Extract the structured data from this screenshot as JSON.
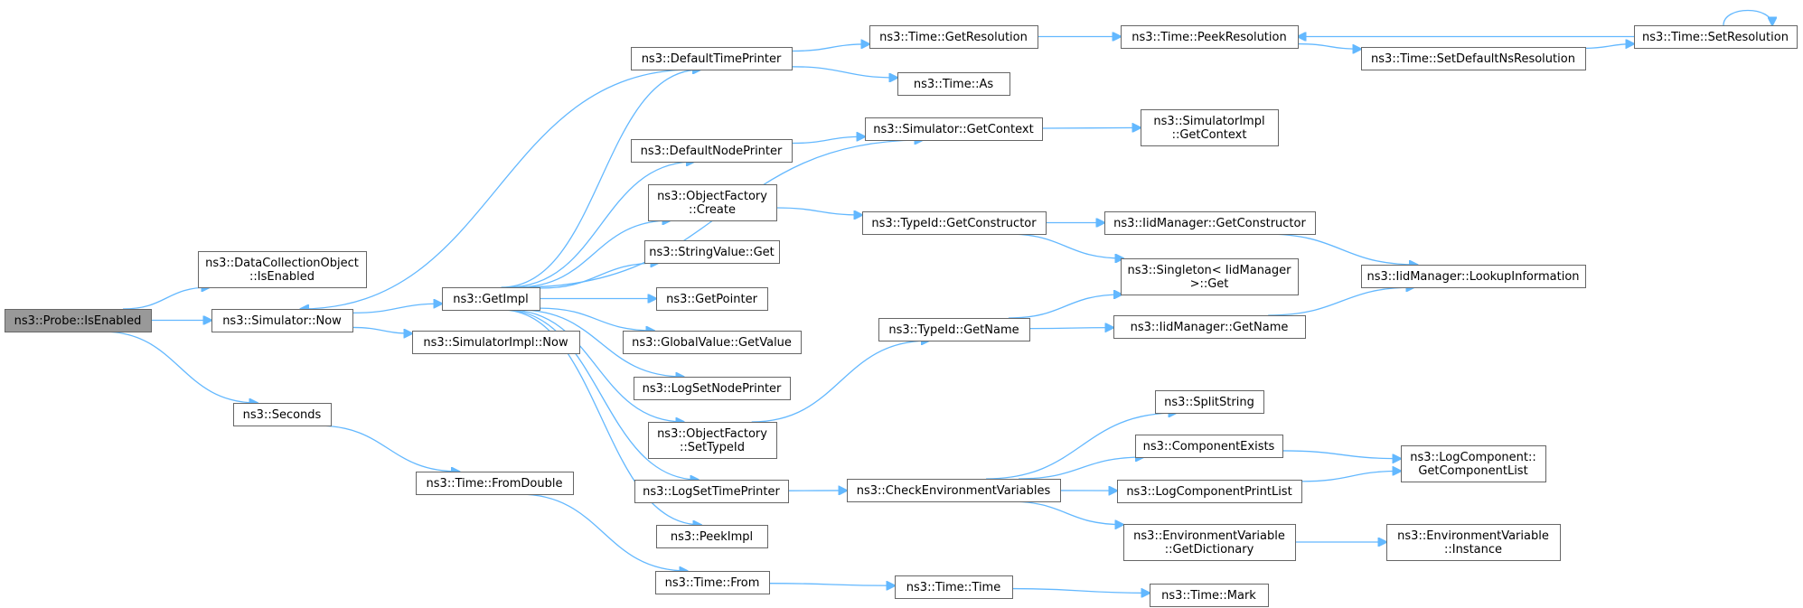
{
  "graph": {
    "title": "",
    "nodes": [
      {
        "id": "probe",
        "lines": [
          "ns3::Probe::IsEnabled"
        ],
        "root": true
      },
      {
        "id": "dco",
        "lines": [
          "ns3::DataCollectionObject",
          "::IsEnabled"
        ]
      },
      {
        "id": "simnow",
        "lines": [
          "ns3::Simulator::Now"
        ]
      },
      {
        "id": "seconds",
        "lines": [
          "ns3::Seconds"
        ]
      },
      {
        "id": "getimpl",
        "lines": [
          "ns3::GetImpl"
        ]
      },
      {
        "id": "simimplnow",
        "lines": [
          "ns3::SimulatorImpl::Now"
        ]
      },
      {
        "id": "fromdouble",
        "lines": [
          "ns3::Time::FromDouble"
        ]
      },
      {
        "id": "dtp",
        "lines": [
          "ns3::DefaultTimePrinter"
        ]
      },
      {
        "id": "dnp",
        "lines": [
          "ns3::DefaultNodePrinter"
        ]
      },
      {
        "id": "ofcreate",
        "lines": [
          "ns3::ObjectFactory",
          "::Create"
        ]
      },
      {
        "id": "svget",
        "lines": [
          "ns3::StringValue::Get"
        ]
      },
      {
        "id": "getpointer",
        "lines": [
          "ns3::GetPointer"
        ]
      },
      {
        "id": "gvget",
        "lines": [
          "ns3::GlobalValue::GetValue"
        ]
      },
      {
        "id": "lsnp",
        "lines": [
          "ns3::LogSetNodePrinter"
        ]
      },
      {
        "id": "ofsettid",
        "lines": [
          "ns3::ObjectFactory",
          "::SetTypeId"
        ]
      },
      {
        "id": "lstp",
        "lines": [
          "ns3::LogSetTimePrinter"
        ]
      },
      {
        "id": "peekimpl",
        "lines": [
          "ns3::PeekImpl"
        ]
      },
      {
        "id": "timefrom",
        "lines": [
          "ns3::Time::From"
        ]
      },
      {
        "id": "getres",
        "lines": [
          "ns3::Time::GetResolution"
        ]
      },
      {
        "id": "timeas",
        "lines": [
          "ns3::Time::As"
        ]
      },
      {
        "id": "simgetctx",
        "lines": [
          "ns3::Simulator::GetContext"
        ]
      },
      {
        "id": "tidgetctor",
        "lines": [
          "ns3::TypeId::GetConstructor"
        ]
      },
      {
        "id": "tidgetname",
        "lines": [
          "ns3::TypeId::GetName"
        ]
      },
      {
        "id": "cev",
        "lines": [
          "ns3::CheckEnvironmentVariables"
        ]
      },
      {
        "id": "timetime",
        "lines": [
          "ns3::Time::Time"
        ]
      },
      {
        "id": "peekres",
        "lines": [
          "ns3::Time::PeekResolution"
        ]
      },
      {
        "id": "simimplgetctx",
        "lines": [
          "ns3::SimulatorImpl",
          "::GetContext"
        ]
      },
      {
        "id": "iidgetctor",
        "lines": [
          "ns3::IidManager::GetConstructor"
        ]
      },
      {
        "id": "singleton",
        "lines": [
          "ns3::Singleton< IidManager",
          " >::Get"
        ]
      },
      {
        "id": "iidgetname",
        "lines": [
          "ns3::IidManager::GetName"
        ]
      },
      {
        "id": "splitstring",
        "lines": [
          "ns3::SplitString"
        ]
      },
      {
        "id": "compexists",
        "lines": [
          "ns3::ComponentExists"
        ]
      },
      {
        "id": "logcompprint",
        "lines": [
          "ns3::LogComponentPrintList"
        ]
      },
      {
        "id": "envgetdict",
        "lines": [
          "ns3::EnvironmentVariable",
          "::GetDictionary"
        ]
      },
      {
        "id": "timemark",
        "lines": [
          "ns3::Time::Mark"
        ]
      },
      {
        "id": "setdefns",
        "lines": [
          "ns3::Time::SetDefaultNsResolution"
        ]
      },
      {
        "id": "lookupinfo",
        "lines": [
          "ns3::IidManager::LookupInformation"
        ]
      },
      {
        "id": "logcompgetlist",
        "lines": [
          "ns3::LogComponent::",
          "GetComponentList"
        ]
      },
      {
        "id": "envinstance",
        "lines": [
          "ns3::EnvironmentVariable",
          "::Instance"
        ]
      },
      {
        "id": "setres",
        "lines": [
          "ns3::Time::SetResolution"
        ]
      }
    ],
    "edges": [
      [
        "probe",
        "dco"
      ],
      [
        "probe",
        "simnow"
      ],
      [
        "probe",
        "seconds"
      ],
      [
        "simnow",
        "getimpl"
      ],
      [
        "simnow",
        "simimplnow"
      ],
      [
        "seconds",
        "fromdouble"
      ],
      [
        "fromdouble",
        "timefrom"
      ],
      [
        "getimpl",
        "dtp"
      ],
      [
        "getimpl",
        "simgetctx"
      ],
      [
        "getimpl",
        "dnp"
      ],
      [
        "getimpl",
        "ofcreate"
      ],
      [
        "getimpl",
        "svget"
      ],
      [
        "getimpl",
        "getpointer"
      ],
      [
        "getimpl",
        "gvget"
      ],
      [
        "getimpl",
        "lsnp"
      ],
      [
        "getimpl",
        "ofsettid"
      ],
      [
        "getimpl",
        "lstp"
      ],
      [
        "getimpl",
        "peekimpl"
      ],
      [
        "dtp",
        "simnow"
      ],
      [
        "dtp",
        "getres"
      ],
      [
        "dtp",
        "timeas"
      ],
      [
        "dnp",
        "simgetctx"
      ],
      [
        "simgetctx",
        "simimplgetctx"
      ],
      [
        "ofcreate",
        "tidgetctor"
      ],
      [
        "ofsettid",
        "tidgetname"
      ],
      [
        "lstp",
        "cev"
      ],
      [
        "timefrom",
        "timetime"
      ],
      [
        "timetime",
        "timemark"
      ],
      [
        "getres",
        "peekres"
      ],
      [
        "peekres",
        "setdefns"
      ],
      [
        "setdefns",
        "setres"
      ],
      [
        "setres",
        "peekres"
      ],
      [
        "setres",
        "setres"
      ],
      [
        "tidgetctor",
        "iidgetctor"
      ],
      [
        "tidgetctor",
        "singleton"
      ],
      [
        "iidgetctor",
        "lookupinfo"
      ],
      [
        "tidgetname",
        "singleton"
      ],
      [
        "tidgetname",
        "iidgetname"
      ],
      [
        "iidgetname",
        "lookupinfo"
      ],
      [
        "cev",
        "splitstring"
      ],
      [
        "cev",
        "compexists"
      ],
      [
        "cev",
        "logcompprint"
      ],
      [
        "cev",
        "envgetdict"
      ],
      [
        "compexists",
        "logcompgetlist"
      ],
      [
        "logcompprint",
        "logcompgetlist"
      ],
      [
        "envgetdict",
        "envinstance"
      ]
    ]
  }
}
